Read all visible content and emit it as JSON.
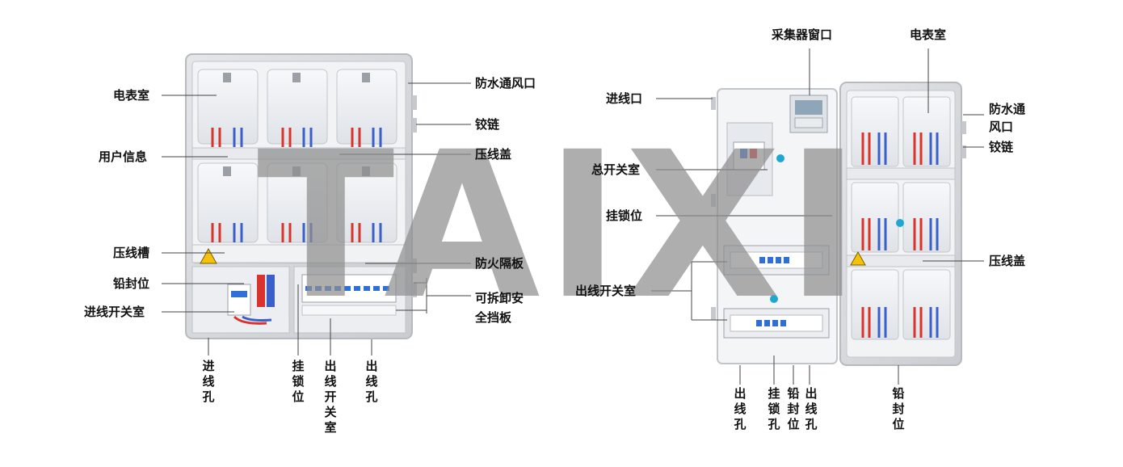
{
  "watermark": "TAIXI",
  "colors": {
    "panel_frame": "#d7d9dc",
    "panel_inner": "#eef0f3",
    "cover": "#f5f6f8",
    "wire_red": "#d9332d",
    "wire_blue": "#3b5fc8",
    "breaker_blue": "#2f6fd6",
    "warning_yellow": "#f4c20d",
    "leader_line": "#444444",
    "watermark": "#8f8f8f"
  },
  "left_panel": {
    "labels": {
      "meter_room": "电表室",
      "user_info": "用户信息",
      "wire_slot": "压线槽",
      "lead_seal": "铅封位",
      "incoming_switch_room": "进线开关室",
      "waterproof_vent": "防水通风口",
      "hinge": "铰链",
      "wire_cover": "压线盖",
      "fire_partition": "防火隔板",
      "removable_baffle": "可拆卸安\n全挡板",
      "inlet_hole": "进线孔",
      "lock_position": "挂锁位",
      "outgoing_switch_room": "出线开关室",
      "outlet_hole": "出线孔"
    }
  },
  "right_panel": {
    "labels": {
      "collector_window": "采集器窗口",
      "meter_room": "电表室",
      "inlet": "进线口",
      "main_switch_room": "总开关室",
      "lock_position": "挂锁位",
      "outgoing_switch_room": "出线开关室",
      "waterproof_vent": "防水通\n风口",
      "hinge": "铰链",
      "wire_cover": "压线盖",
      "outlet_hole": "出线孔",
      "lock_hole": "挂锁孔",
      "lead_seal": "铅封位",
      "outlet_hole_2": "出线孔",
      "lead_seal_2": "铅封位"
    }
  }
}
